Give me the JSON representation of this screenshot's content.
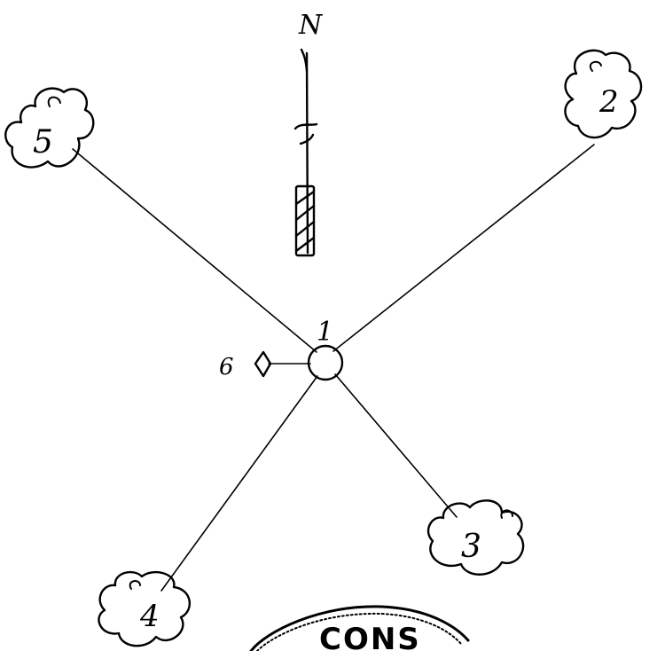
{
  "labels": {
    "north": "N",
    "hub": "1",
    "node_2": "2",
    "node_3": "3",
    "node_4": "4",
    "node_5": "5",
    "node_6": "6",
    "seal_text": "CONS"
  },
  "diagram": {
    "hub": {
      "label": "1",
      "shape": "circle"
    },
    "nodes": [
      {
        "id": "2",
        "shape": "cloud",
        "direction": "north-east"
      },
      {
        "id": "3",
        "shape": "cloud",
        "direction": "south-east"
      },
      {
        "id": "4",
        "shape": "cloud",
        "direction": "south-west"
      },
      {
        "id": "5",
        "shape": "cloud",
        "direction": "north-west"
      },
      {
        "id": "6",
        "shape": "diamond",
        "direction": "west"
      }
    ],
    "edges": [
      {
        "from": "1",
        "to": "2"
      },
      {
        "from": "1",
        "to": "3"
      },
      {
        "from": "1",
        "to": "4"
      },
      {
        "from": "1",
        "to": "5"
      },
      {
        "from": "1",
        "to": "6"
      }
    ],
    "north_arrow": {
      "label": "N"
    },
    "colors": {
      "ink": "#000000",
      "paper": "#ffffff"
    }
  }
}
